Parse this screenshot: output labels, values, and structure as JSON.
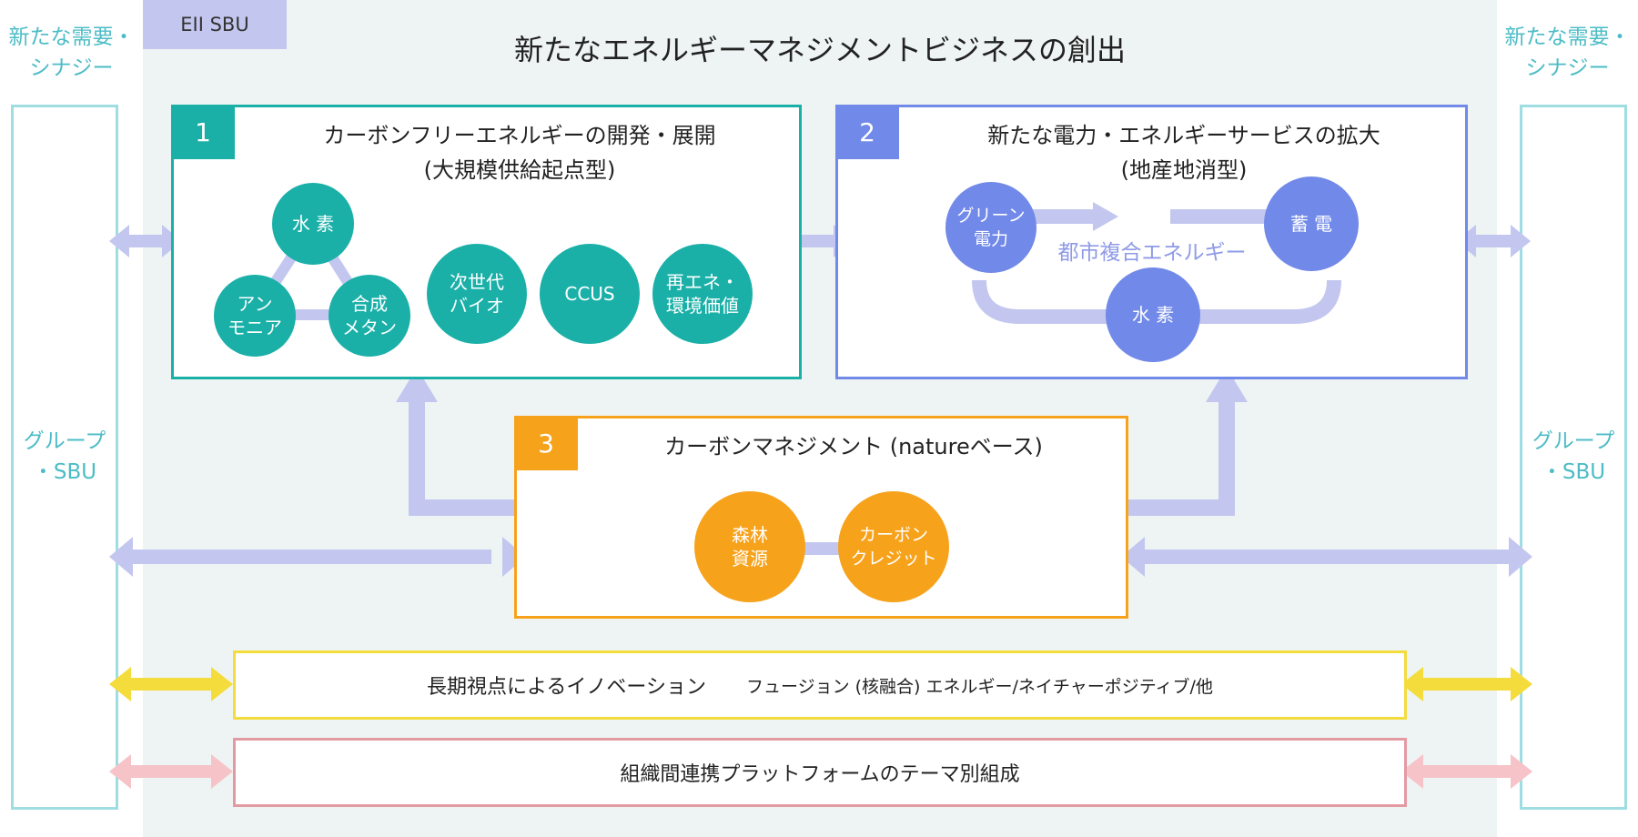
{
  "tag": "EII SBU",
  "title": "新たなエネルギーマネジメントビジネスの創出",
  "left": {
    "top_label": "新たな需要・\nシナジー",
    "box_label": "グループ\n・SBU"
  },
  "right": {
    "top_label": "新たな需要・\nシナジー",
    "box_label": "グループ\n・SBU"
  },
  "panel1": {
    "number": "1",
    "title": "カーボンフリーエネルギーの開発・展開",
    "subtitle": "(大規模供給起点型)",
    "circles": [
      "水 素",
      "アン\nモニア",
      "合成\nメタン",
      "次世代\nバイオ",
      "CCUS",
      "再エネ・\n環境価値"
    ]
  },
  "panel2": {
    "number": "2",
    "title": "新たな電力・エネルギーサービスの拡大",
    "subtitle": "(地産地消型)",
    "circles": [
      "グリーン\n電力",
      "蓄 電",
      "水 素"
    ],
    "center_label": "都市複合エネルギー"
  },
  "panel3": {
    "number": "3",
    "title": "カーボンマネジメント (natureベース)",
    "circles": [
      "森林\n資源",
      "カーボン\nクレジット"
    ]
  },
  "bars": [
    {
      "main": "長期視点によるイノベーション",
      "sub": "フュージョン (核融合) エネルギー/ネイチャーポジティブ/他"
    },
    {
      "main": "組織間連携プラットフォームのテーマ別組成"
    }
  ],
  "colors": {
    "teal": "#1ab0a8",
    "blue": "#7189e8",
    "orange": "#f7a21b",
    "arrow": "#c3c7ef",
    "yellow": "#f4dc3c",
    "pink": "#f6c3c8"
  }
}
